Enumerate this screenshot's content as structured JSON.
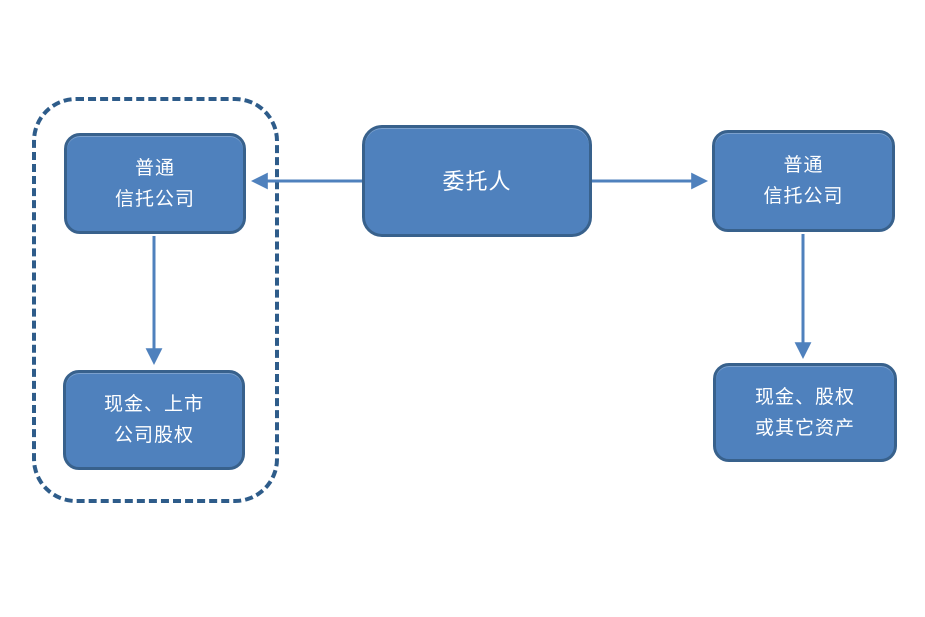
{
  "diagram": {
    "colors": {
      "box_fill": "#4f81bd",
      "box_border": "#38618c",
      "arrow": "#4f81bd",
      "dashed_group_border": "#2e5c8a",
      "text": "#ffffff",
      "background": "#ffffff"
    },
    "nodes": {
      "principal": {
        "lines": [
          "委托人"
        ]
      },
      "left_trust": {
        "lines": [
          "普通",
          "信托公司"
        ]
      },
      "left_assets": {
        "lines": [
          "现金、上市",
          "公司股权"
        ]
      },
      "right_trust": {
        "lines": [
          "普通",
          "信托公司"
        ]
      },
      "right_assets": {
        "lines": [
          "现金、股权",
          "或其它资产"
        ]
      }
    }
  }
}
